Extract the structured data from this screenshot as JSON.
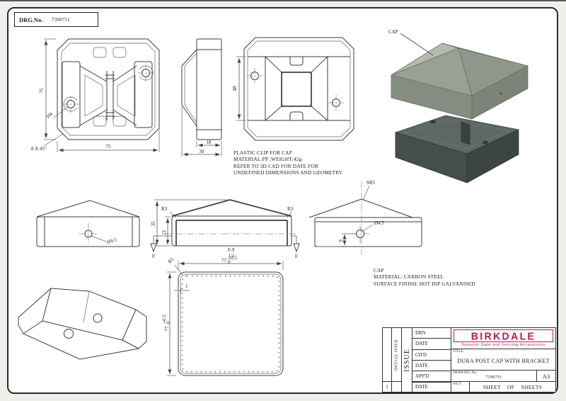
{
  "drg_box": {
    "label": "DRG.No.",
    "value": "7390751"
  },
  "views": {
    "clip_front": {
      "dim_height": "75",
      "dim_width": "75",
      "hole_label": "Ø4",
      "chamfer_note": "8 X 45°"
    },
    "clip_side": {
      "dim_depth": "18",
      "dim_total": "30"
    },
    "clip_back": {
      "dim_inner": "48"
    },
    "exploded": {
      "cap_label": "CAP"
    },
    "cap_side": {
      "hole_label": "Ø4.5",
      "section_left": "F",
      "section_right": "F"
    },
    "cap_section": {
      "fillet_left": "R3",
      "fillet_right": "R3",
      "dim_total_height": "35",
      "dim_wall_height": "21",
      "section_name": "F-F",
      "scale": "1:1"
    },
    "cap_front": {
      "sphere_label": "SR5",
      "hole_label": "Ø4.5",
      "dim_hole_height": "9"
    },
    "cap_plan": {
      "dim_width": "77",
      "tol_upper": "+0.5",
      "tol_lower": "0",
      "dim_height": "77",
      "corner_label": "R1",
      "thickness": "1"
    }
  },
  "notes": {
    "clip": [
      "PLASTIC CLIP FOR CAP",
      "MATERIAL:PP ,WEIGHT:42g",
      "REFER TO 3D CAD FOR DATE FOR",
      "UNDEFINED DIMENSIONS AND GEOMETRY"
    ],
    "cap": [
      "CAP",
      "MATERIAL: CARBON STEEL",
      "SURFACE FINISH: HOT DIP GALVANISED"
    ]
  },
  "title_block": {
    "revision": "1",
    "issue_note": "INITIAL ISSUE",
    "issue_label": "ISSUE",
    "rows": [
      "DRN",
      "DATE",
      "CH'D",
      "DATE",
      "APP'D",
      "DATE"
    ],
    "brand": "BIRKDALE",
    "tagline": "Superior Gate and Fencing Accessories",
    "title_label": "TITLE",
    "title": "DURA POST CAP WITH BRACKET",
    "drawing_no_label": "DRAWING No.",
    "drawing_no": "7390751",
    "paper_size": "A3",
    "weight_label": "WGT",
    "sheet_label": "SHEET OF SHEETS"
  },
  "colors": {
    "brand": "#c11457",
    "line": "#3c3c3c",
    "cap_light": "#aab0a1",
    "bracket_dark": "#49534e"
  }
}
